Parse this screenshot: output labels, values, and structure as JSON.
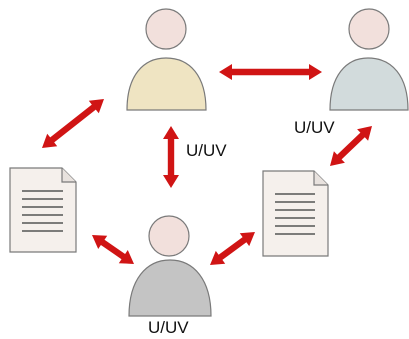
{
  "labels": {
    "center": "U/UV",
    "right": "U/UV",
    "bottom": "U/UV"
  },
  "colors": {
    "arrow": "#d01414",
    "head": "#f2e0dc",
    "person_top": "#efe4c2",
    "person_right": "#d2dbdc",
    "person_bottom": "#c4c4c4",
    "document": "#f5f0ec",
    "outline": "#7a7a7a"
  },
  "icons": {
    "person": "person-icon",
    "document": "document-icon",
    "arrow": "double-arrow"
  }
}
